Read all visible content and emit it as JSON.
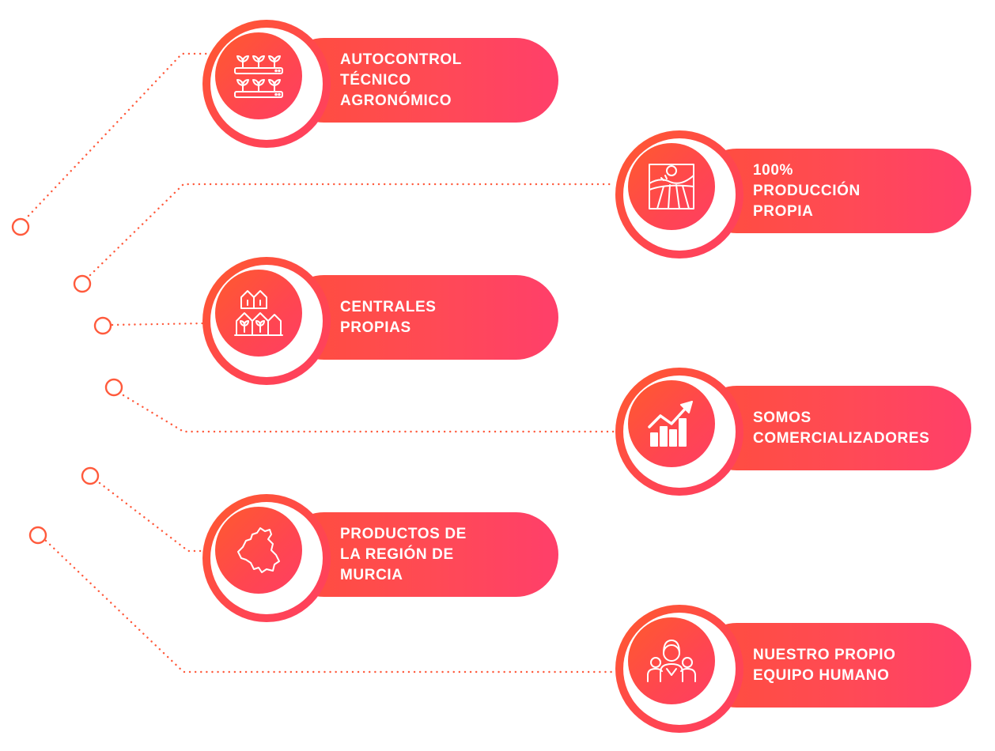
{
  "colors": {
    "accent": "#ff4a4a",
    "accent_pink": "#ff3f6a",
    "connector": "#ff5a3c",
    "background": "#ffffff"
  },
  "items": [
    {
      "label": "AUTOCONTROL\nTÉCNICO\nAGRONÓMICO",
      "icon": "seedling-trays-icon"
    },
    {
      "label": "100%\nPRODUCCIÓN\nPROPIA",
      "icon": "field-landscape-icon"
    },
    {
      "label": "CENTRALES\nPROPIAS",
      "icon": "greenhouses-icon"
    },
    {
      "label": "SOMOS\nCOMERCIALIZADORES",
      "icon": "growth-chart-icon"
    },
    {
      "label": "PRODUCTOS DE\nLA REGIÓN DE\nMURCIA",
      "icon": "murcia-map-icon"
    },
    {
      "label": "NUESTRO PROPIO\nEQUIPO HUMANO",
      "icon": "people-group-icon"
    }
  ]
}
